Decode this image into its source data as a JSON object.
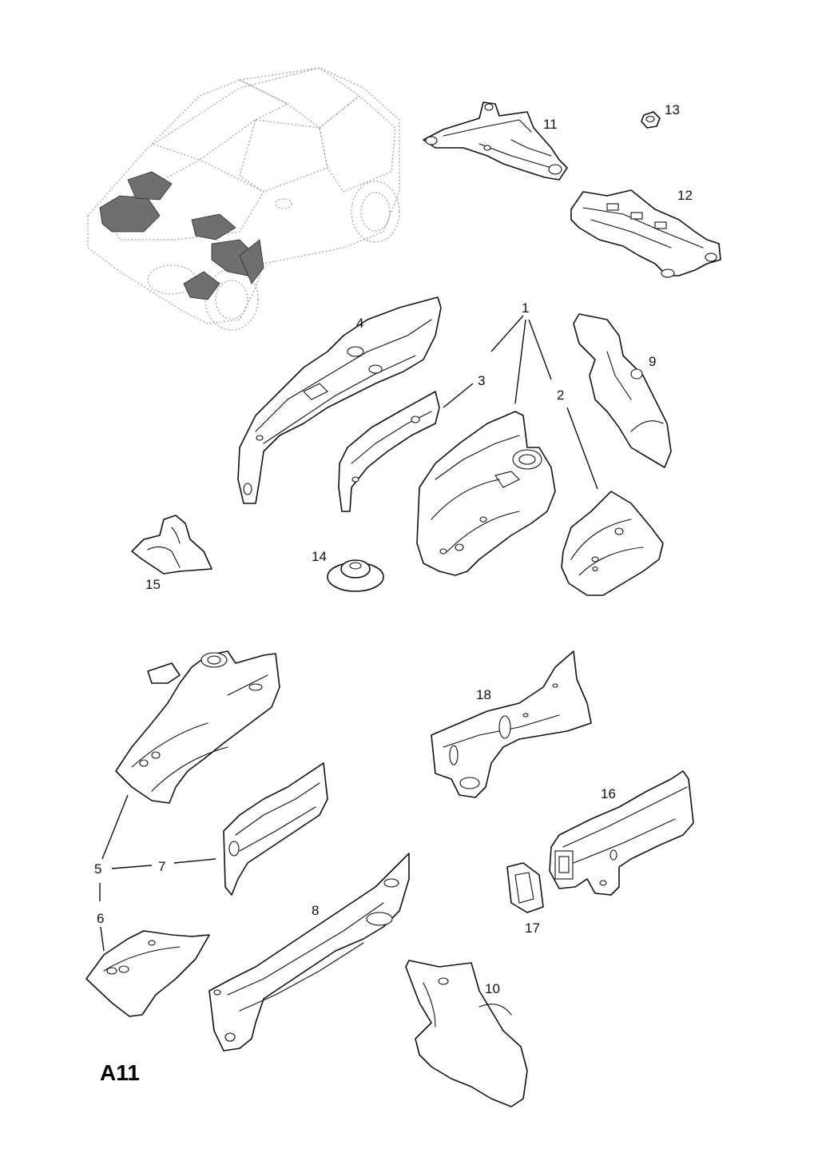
{
  "page": {
    "code": "A11"
  },
  "callouts": {
    "p1": "1",
    "p2": "2",
    "p3": "3",
    "p4": "4",
    "p5": "5",
    "p6": "6",
    "p7": "7",
    "p8": "8",
    "p9": "9",
    "p10": "10",
    "p11": "11",
    "p12": "12",
    "p13": "13",
    "p14": "14",
    "p15": "15",
    "p16": "16",
    "p17": "17",
    "p18": "18"
  }
}
